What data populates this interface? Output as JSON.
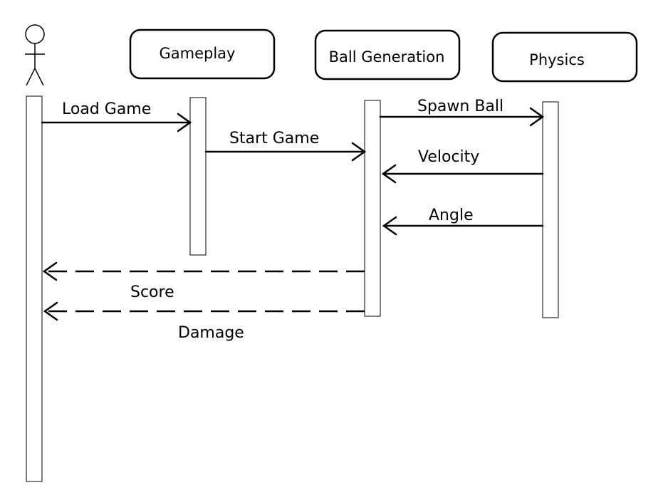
{
  "colors": {
    "ink": "#000000",
    "background": "#ffffff"
  },
  "actor": {
    "icon": "stick-figure-icon"
  },
  "lifelines": [
    {
      "id": "gameplay",
      "label": "Gameplay"
    },
    {
      "id": "ball_generation",
      "label": "Ball Generation"
    },
    {
      "id": "physics",
      "label": "Physics"
    }
  ],
  "messages": [
    {
      "label": "Load Game",
      "from": "actor",
      "to": "gameplay",
      "style": "solid"
    },
    {
      "label": "Start Game",
      "from": "gameplay",
      "to": "ball_generation",
      "style": "solid"
    },
    {
      "label": "Spawn Ball",
      "from": "ball_generation",
      "to": "physics",
      "style": "solid"
    },
    {
      "label": "Velocity",
      "from": "physics",
      "to": "ball_generation",
      "style": "solid"
    },
    {
      "label": "Angle",
      "from": "physics",
      "to": "ball_generation",
      "style": "solid"
    },
    {
      "label": "Score",
      "from": "ball_generation",
      "to": "actor",
      "style": "dashed"
    },
    {
      "label": "Damage",
      "from": "ball_generation",
      "to": "actor",
      "style": "dashed"
    }
  ]
}
